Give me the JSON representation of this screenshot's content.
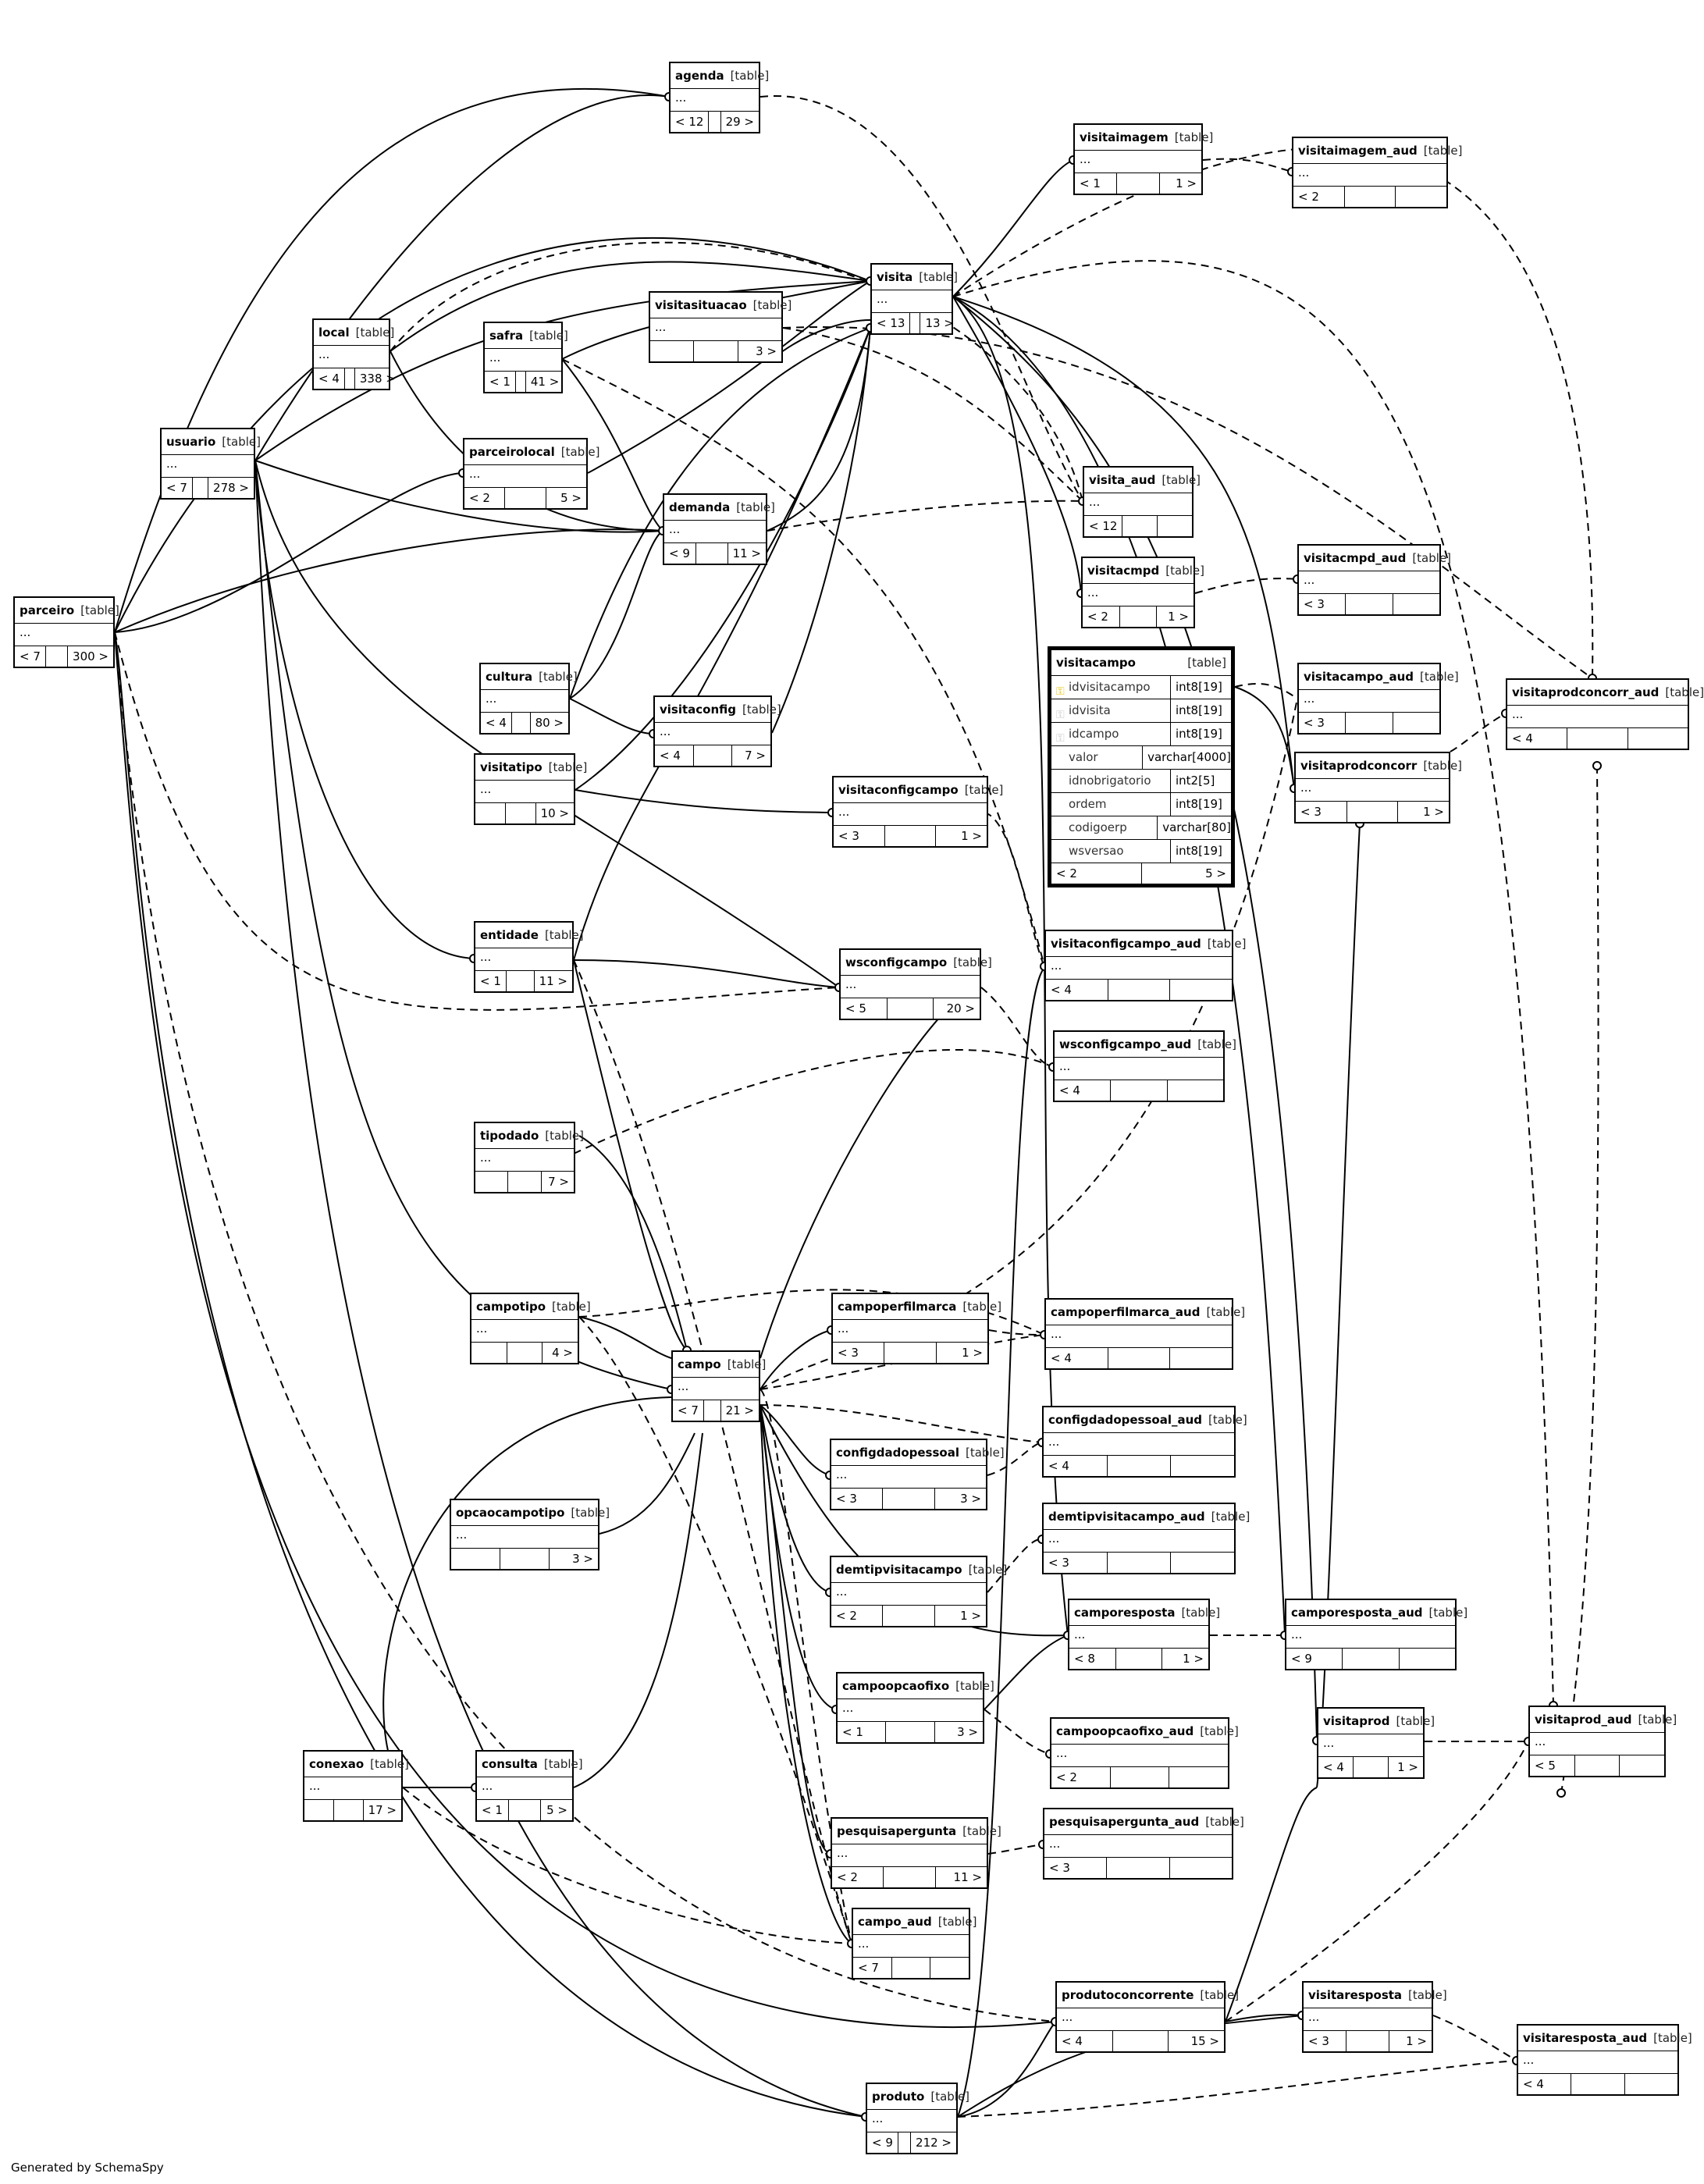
{
  "footer": "Generated by SchemaSpy",
  "type_label": "[table]",
  "tables": [
    {
      "id": "agenda",
      "name": "agenda",
      "elided": "...",
      "left": "< 12",
      "mid": "",
      "right": "29 >"
    },
    {
      "id": "visitaimagem",
      "name": "visitaimagem",
      "elided": "...",
      "left": "< 1",
      "mid": "",
      "right": "1 >"
    },
    {
      "id": "visitaimagem_aud",
      "name": "visitaimagem_aud",
      "elided": "...",
      "left": "< 2",
      "mid": "",
      "right": ""
    },
    {
      "id": "visita",
      "name": "visita",
      "elided": "...",
      "left": "< 13",
      "mid": "",
      "right": "13 >"
    },
    {
      "id": "visitasituacao",
      "name": "visitasituacao",
      "elided": "...",
      "left": "",
      "mid": "",
      "right": "3 >"
    },
    {
      "id": "local",
      "name": "local",
      "elided": "...",
      "left": "< 4",
      "mid": "",
      "right": "338 >"
    },
    {
      "id": "safra",
      "name": "safra",
      "elided": "...",
      "left": "< 1",
      "mid": "",
      "right": "41 >"
    },
    {
      "id": "usuario",
      "name": "usuario",
      "elided": "...",
      "left": "< 7",
      "mid": "",
      "right": "278 >"
    },
    {
      "id": "parceirolocal",
      "name": "parceirolocal",
      "elided": "...",
      "left": "< 2",
      "mid": "",
      "right": "5 >"
    },
    {
      "id": "visita_aud",
      "name": "visita_aud",
      "elided": "...",
      "left": "< 12",
      "mid": "",
      "right": ""
    },
    {
      "id": "demanda",
      "name": "demanda",
      "elided": "...",
      "left": "< 9",
      "mid": "",
      "right": "11 >"
    },
    {
      "id": "visitacmpd",
      "name": "visitacmpd",
      "elided": "...",
      "left": "< 2",
      "mid": "",
      "right": "1 >"
    },
    {
      "id": "visitacmpd_aud",
      "name": "visitacmpd_aud",
      "elided": "...",
      "left": "< 3",
      "mid": "",
      "right": ""
    },
    {
      "id": "parceiro",
      "name": "parceiro",
      "elided": "...",
      "left": "< 7",
      "mid": "",
      "right": "300 >"
    },
    {
      "id": "cultura",
      "name": "cultura",
      "elided": "...",
      "left": "< 4",
      "mid": "",
      "right": "80 >"
    },
    {
      "id": "visitacampo_aud",
      "name": "visitacampo_aud",
      "elided": "...",
      "left": "< 3",
      "mid": "",
      "right": ""
    },
    {
      "id": "visitaprodconcorr_aud",
      "name": "visitaprodconcorr_aud",
      "elided": "...",
      "left": "< 4",
      "mid": "",
      "right": ""
    },
    {
      "id": "visitaconfig",
      "name": "visitaconfig",
      "elided": "...",
      "left": "< 4",
      "mid": "",
      "right": "7 >"
    },
    {
      "id": "visitatipo",
      "name": "visitatipo",
      "elided": "...",
      "left": "",
      "mid": "",
      "right": "10 >"
    },
    {
      "id": "visitaprodconcorr",
      "name": "visitaprodconcorr",
      "elided": "...",
      "left": "< 3",
      "mid": "",
      "right": "1 >"
    },
    {
      "id": "visitaconfigcampo",
      "name": "visitaconfigcampo",
      "elided": "...",
      "left": "< 3",
      "mid": "",
      "right": "1 >"
    },
    {
      "id": "entidade",
      "name": "entidade",
      "elided": "...",
      "left": "< 1",
      "mid": "",
      "right": "11 >"
    },
    {
      "id": "wsconfigcampo",
      "name": "wsconfigcampo",
      "elided": "...",
      "left": "< 5",
      "mid": "",
      "right": "20 >"
    },
    {
      "id": "visitaconfigcampo_aud",
      "name": "visitaconfigcampo_aud",
      "elided": "...",
      "left": "< 4",
      "mid": "",
      "right": ""
    },
    {
      "id": "wsconfigcampo_aud",
      "name": "wsconfigcampo_aud",
      "elided": "...",
      "left": "< 4",
      "mid": "",
      "right": ""
    },
    {
      "id": "tipodado",
      "name": "tipodado",
      "elided": "...",
      "left": "",
      "mid": "",
      "right": "7 >"
    },
    {
      "id": "campotipo",
      "name": "campotipo",
      "elided": "...",
      "left": "",
      "mid": "",
      "right": "4 >"
    },
    {
      "id": "campoperfilmarca",
      "name": "campoperfilmarca",
      "elided": "...",
      "left": "< 3",
      "mid": "",
      "right": "1 >"
    },
    {
      "id": "campoperfilmarca_aud",
      "name": "campoperfilmarca_aud",
      "elided": "...",
      "left": "< 4",
      "mid": "",
      "right": ""
    },
    {
      "id": "campo",
      "name": "campo",
      "elided": "...",
      "left": "< 7",
      "mid": "",
      "right": "21 >"
    },
    {
      "id": "configdadopessoal_aud",
      "name": "configdadopessoal_aud",
      "elided": "...",
      "left": "< 4",
      "mid": "",
      "right": ""
    },
    {
      "id": "configdadopessoal",
      "name": "configdadopessoal",
      "elided": "...",
      "left": "< 3",
      "mid": "",
      "right": "3 >"
    },
    {
      "id": "opcaocampotipo",
      "name": "opcaocampotipo",
      "elided": "...",
      "left": "",
      "mid": "",
      "right": "3 >"
    },
    {
      "id": "demtipvisitacampo_aud",
      "name": "demtipvisitacampo_aud",
      "elided": "...",
      "left": "< 3",
      "mid": "",
      "right": ""
    },
    {
      "id": "demtipvisitacampo",
      "name": "demtipvisitacampo",
      "elided": "...",
      "left": "< 2",
      "mid": "",
      "right": "1 >"
    },
    {
      "id": "camporesposta",
      "name": "camporesposta",
      "elided": "...",
      "left": "< 8",
      "mid": "",
      "right": "1 >"
    },
    {
      "id": "camporesposta_aud",
      "name": "camporesposta_aud",
      "elided": "...",
      "left": "< 9",
      "mid": "",
      "right": ""
    },
    {
      "id": "campoopcaofixo",
      "name": "campoopcaofixo",
      "elided": "...",
      "left": "< 1",
      "mid": "",
      "right": "3 >"
    },
    {
      "id": "visitaprod",
      "name": "visitaprod",
      "elided": "...",
      "left": "< 4",
      "mid": "",
      "right": "1 >"
    },
    {
      "id": "visitaprod_aud",
      "name": "visitaprod_aud",
      "elided": "...",
      "left": "< 5",
      "mid": "",
      "right": ""
    },
    {
      "id": "campoopcaofixo_aud",
      "name": "campoopcaofixo_aud",
      "elided": "...",
      "left": "< 2",
      "mid": "",
      "right": ""
    },
    {
      "id": "conexao",
      "name": "conexao",
      "elided": "...",
      "left": "",
      "mid": "",
      "right": "17 >"
    },
    {
      "id": "consulta",
      "name": "consulta",
      "elided": "...",
      "left": "< 1",
      "mid": "",
      "right": "5 >"
    },
    {
      "id": "pesquisapergunta",
      "name": "pesquisapergunta",
      "elided": "...",
      "left": "< 2",
      "mid": "",
      "right": "11 >"
    },
    {
      "id": "pesquisapergunta_aud",
      "name": "pesquisapergunta_aud",
      "elided": "...",
      "left": "< 3",
      "mid": "",
      "right": ""
    },
    {
      "id": "campo_aud",
      "name": "campo_aud",
      "elided": "...",
      "left": "< 7",
      "mid": "",
      "right": ""
    },
    {
      "id": "produtoconcorrente",
      "name": "produtoconcorrente",
      "elided": "...",
      "left": "< 4",
      "mid": "",
      "right": "15 >"
    },
    {
      "id": "visitaresposta",
      "name": "visitaresposta",
      "elided": "...",
      "left": "< 3",
      "mid": "",
      "right": "1 >"
    },
    {
      "id": "visitaresposta_aud",
      "name": "visitaresposta_aud",
      "elided": "...",
      "left": "< 4",
      "mid": "",
      "right": ""
    },
    {
      "id": "produto",
      "name": "produto",
      "elided": "...",
      "left": "< 9",
      "mid": "",
      "right": "212 >"
    }
  ],
  "visitacampo": {
    "name": "visitacampo",
    "type": "[table]",
    "columns": [
      {
        "name": "idvisitacampo",
        "type": "int8[19]",
        "key": "pk"
      },
      {
        "name": "idvisita",
        "type": "int8[19]",
        "key": "fk"
      },
      {
        "name": "idcampo",
        "type": "int8[19]",
        "key": "fk"
      },
      {
        "name": "valor",
        "type": "varchar[4000]",
        "key": ""
      },
      {
        "name": "idnobrigatorio",
        "type": "int2[5]",
        "key": ""
      },
      {
        "name": "ordem",
        "type": "int8[19]",
        "key": ""
      },
      {
        "name": "codigoerp",
        "type": "varchar[80]",
        "key": ""
      },
      {
        "name": "wsversao",
        "type": "int8[19]",
        "key": ""
      }
    ],
    "left": "< 2",
    "right": "5 >"
  }
}
